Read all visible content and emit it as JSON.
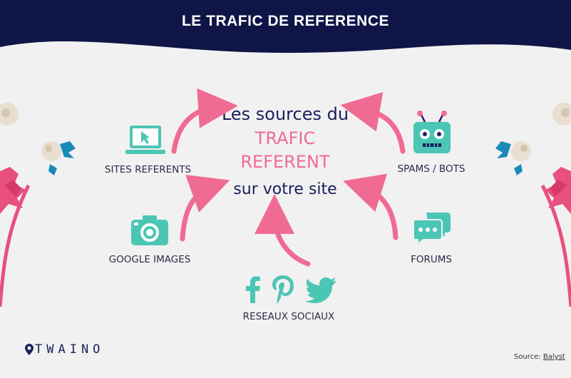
{
  "header": {
    "title": "LE TRAFIC DE REFERENCE"
  },
  "center": {
    "line1": "Les sources du",
    "line2": "TRAFIC",
    "line3": "REFERENT",
    "line4": "sur votre site"
  },
  "sources": {
    "sites_referents": "SITES REFERENTS",
    "google_images": "GOOGLE IMAGES",
    "reseaux_sociaux": "RESEAUX SOCIAUX",
    "forums": "FORUMS",
    "spams_bots": "SPAMS / BOTS"
  },
  "footer": {
    "logo": "TWAINO",
    "source_label": "Source:",
    "source_name": "Balyst"
  },
  "colors": {
    "navy": "#0f1547",
    "pink": "#f06b93",
    "teal": "#4cc6b4"
  }
}
